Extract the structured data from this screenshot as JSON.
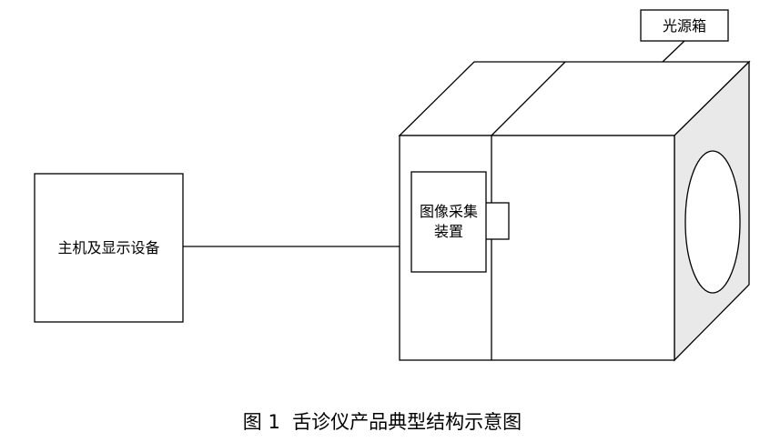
{
  "labels": {
    "host_display": "主机及显示设备",
    "light_box": "光源箱",
    "image_capture_line1": "图像采集",
    "image_capture_line2": "装置"
  },
  "caption": "图 1  舌诊仪产品典型结构示意图",
  "colors": {
    "stroke": "#000000",
    "side_face_fill": "#e9e9e9",
    "background": "#ffffff"
  }
}
